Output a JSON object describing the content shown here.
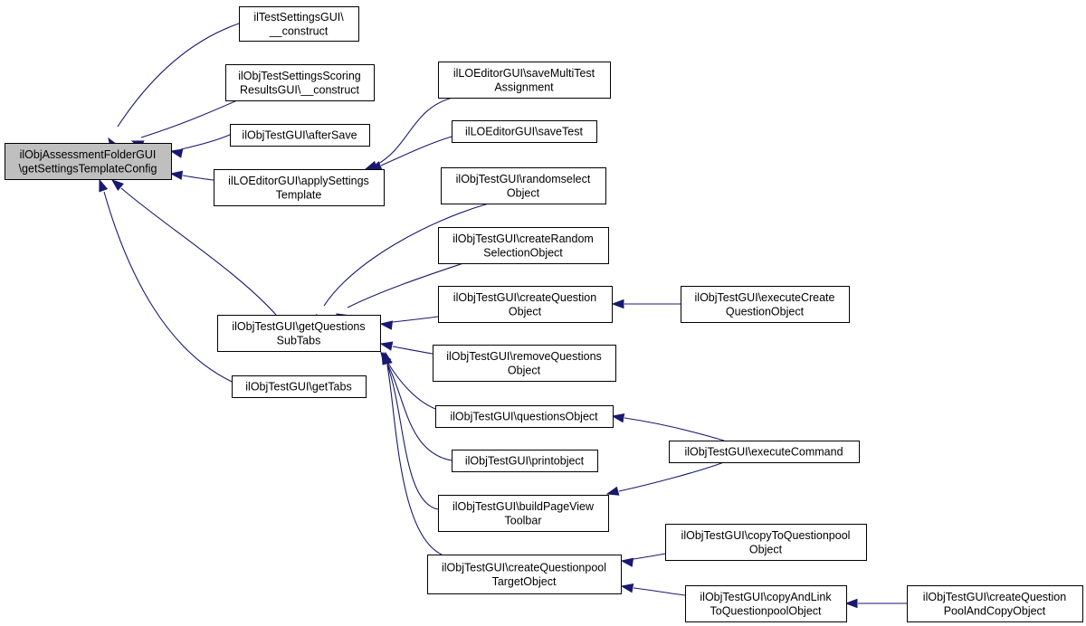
{
  "diagram": {
    "type": "call-graph",
    "colors": {
      "edge": "#191970",
      "root_fill": "#bfbfbf",
      "node_fill": "#ffffff",
      "node_border": "#000000"
    },
    "nodes": {
      "root": [
        "ilObjAssessmentFolderGUI",
        "\\getSettingsTemplateConfig"
      ],
      "test_settings_construct": [
        "ilTestSettingsGUI\\",
        "__construct"
      ],
      "scoring_results_construct": [
        "ilObjTestSettingsScoring",
        "ResultsGUI\\__construct"
      ],
      "after_save": [
        "ilObjTestGUI\\afterSave"
      ],
      "apply_settings_template": [
        "ilLOEditorGUI\\applySettings",
        "Template"
      ],
      "save_multi_test": [
        "ilLOEditorGUI\\saveMultiTest",
        "Assignment"
      ],
      "save_test": [
        "ilLOEditorGUI\\saveTest"
      ],
      "get_questions_subtabs": [
        "ilObjTestGUI\\getQuestions",
        "SubTabs"
      ],
      "get_tabs": [
        "ilObjTestGUI\\getTabs"
      ],
      "randomselect": [
        "ilObjTestGUI\\randomselect",
        "Object"
      ],
      "create_random_selection": [
        "ilObjTestGUI\\createRandom",
        "SelectionObject"
      ],
      "create_question": [
        "ilObjTestGUI\\createQuestion",
        "Object"
      ],
      "execute_create_question": [
        "ilObjTestGUI\\executeCreate",
        "QuestionObject"
      ],
      "remove_questions": [
        "ilObjTestGUI\\removeQuestions",
        "Object"
      ],
      "questions_object": [
        "ilObjTestGUI\\questionsObject"
      ],
      "execute_command": [
        "ilObjTestGUI\\executeCommand"
      ],
      "printobject": [
        "ilObjTestGUI\\printobject"
      ],
      "build_page_view_toolbar": [
        "ilObjTestGUI\\buildPageView",
        "Toolbar"
      ],
      "create_questionpool_target": [
        "ilObjTestGUI\\createQuestionpool",
        "TargetObject"
      ],
      "copy_to_questionpool": [
        "ilObjTestGUI\\copyToQuestionpool",
        "Object"
      ],
      "copy_and_link": [
        "ilObjTestGUI\\copyAndLink",
        "ToQuestionpoolObject"
      ],
      "create_question_pool_and_copy": [
        "ilObjTestGUI\\createQuestion",
        "PoolAndCopyObject"
      ]
    },
    "edges": [
      [
        "test_settings_construct",
        "root"
      ],
      [
        "scoring_results_construct",
        "root"
      ],
      [
        "after_save",
        "root"
      ],
      [
        "apply_settings_template",
        "root"
      ],
      [
        "get_questions_subtabs",
        "root"
      ],
      [
        "get_tabs",
        "root"
      ],
      [
        "save_multi_test",
        "apply_settings_template"
      ],
      [
        "save_test",
        "apply_settings_template"
      ],
      [
        "randomselect",
        "get_questions_subtabs"
      ],
      [
        "create_random_selection",
        "get_questions_subtabs"
      ],
      [
        "create_question",
        "get_questions_subtabs"
      ],
      [
        "remove_questions",
        "get_questions_subtabs"
      ],
      [
        "questions_object",
        "get_questions_subtabs"
      ],
      [
        "printobject",
        "get_questions_subtabs"
      ],
      [
        "build_page_view_toolbar",
        "get_questions_subtabs"
      ],
      [
        "create_questionpool_target",
        "get_questions_subtabs"
      ],
      [
        "execute_create_question",
        "create_question"
      ],
      [
        "execute_command",
        "questions_object"
      ],
      [
        "execute_command",
        "build_page_view_toolbar"
      ],
      [
        "copy_to_questionpool",
        "create_questionpool_target"
      ],
      [
        "copy_and_link",
        "create_questionpool_target"
      ],
      [
        "create_question_pool_and_copy",
        "copy_and_link"
      ]
    ]
  }
}
